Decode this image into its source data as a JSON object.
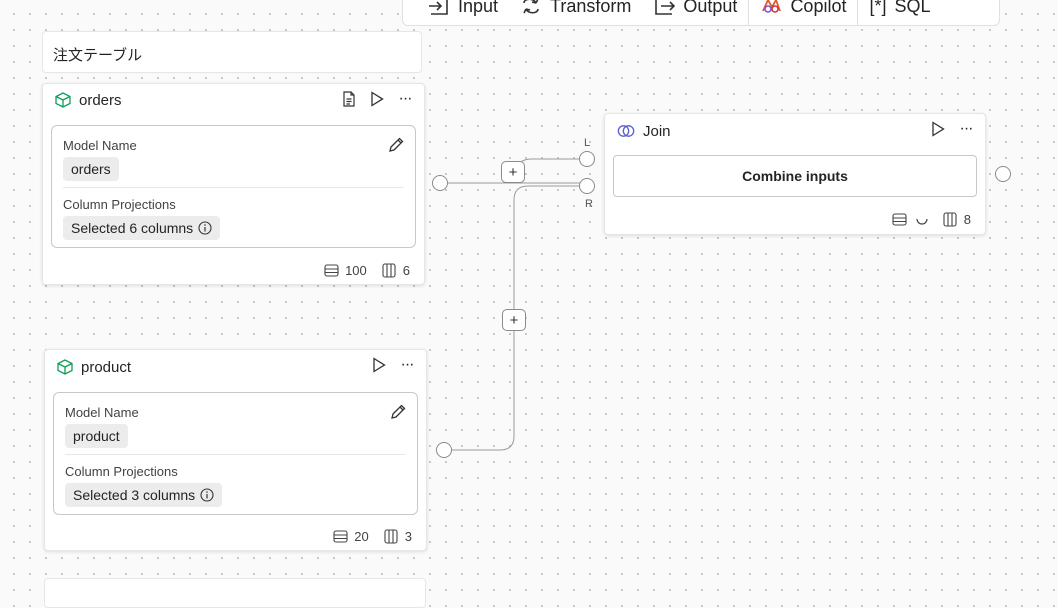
{
  "toolbar": {
    "items": [
      {
        "label": "Input",
        "icon": "input-icon"
      },
      {
        "label": "Transform",
        "icon": "transform-icon"
      },
      {
        "label": "Output",
        "icon": "output-icon"
      },
      {
        "label": "Copilot",
        "icon": "copilot-icon"
      },
      {
        "label": "SQL",
        "icon": "sql-icon",
        "icon_text": "[*]"
      }
    ]
  },
  "group": {
    "label": "注文テーブル"
  },
  "nodes": {
    "orders": {
      "title": "orders",
      "model_name_label": "Model Name",
      "model_name": "orders",
      "projections_label": "Column Projections",
      "projections_value": "Selected 6 columns",
      "rows": "100",
      "columns": "6"
    },
    "product": {
      "title": "product",
      "model_name_label": "Model Name",
      "model_name": "product",
      "projections_label": "Column Projections",
      "projections_value": "Selected 3 columns",
      "rows": "20",
      "columns": "3"
    },
    "join": {
      "title": "Join",
      "button_label": "Combine inputs",
      "columns": "8",
      "left_port": "L",
      "right_port": "R"
    }
  },
  "colors": {
    "model_icon": "#0f9d58",
    "join_icon": "#5b5fc7",
    "copilot_icon": "#e05a2b"
  }
}
